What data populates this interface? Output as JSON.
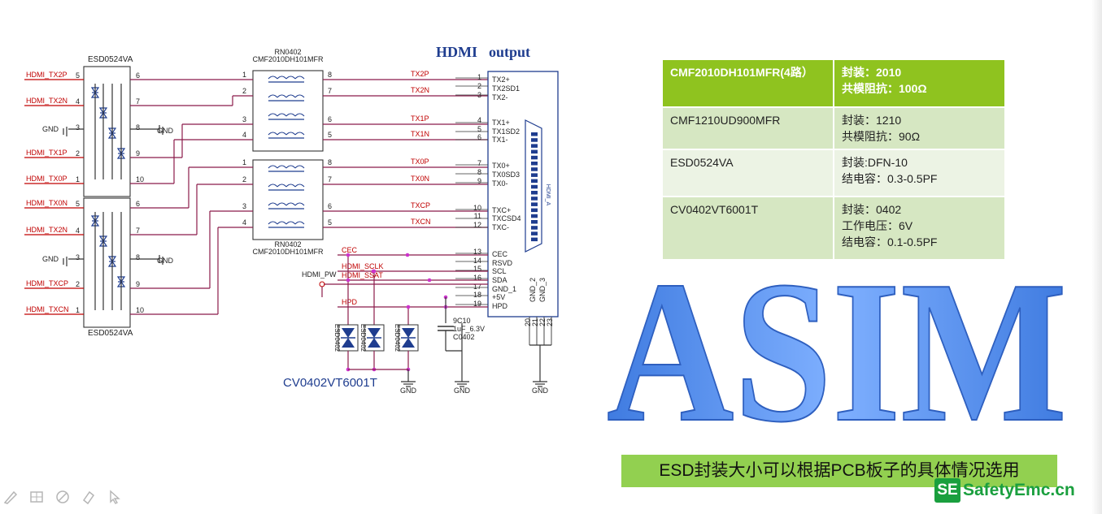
{
  "schematic": {
    "title_hdmi": "HDMI",
    "title_output": "output",
    "esd_top_label": "ESD0524VA",
    "esd_bottom_label": "ESD0524VA",
    "rn_top_label_1": "RN0402",
    "rn_top_label_2": "CMF2010DH101MFR",
    "rn_bottom_label_1": "RN0402",
    "rn_bottom_label_2": "CMF2010DH101MFR",
    "left_nets_top": [
      "HDMI_TX2P",
      "HDMI_TX2N",
      "GND",
      "HDMI_TX1P",
      "HDMI_TX0P"
    ],
    "left_pins_top": [
      "5",
      "4",
      "3",
      "2",
      "1"
    ],
    "right_pins_top": [
      "6",
      "7",
      "8",
      "9",
      "10"
    ],
    "left_nets_bottom": [
      "HDMI_TX0N",
      "HDMI_TX2N",
      "GND",
      "HDMI_TXCP",
      "HDMI_TXCN"
    ],
    "left_pins_bottom": [
      "5",
      "4",
      "3",
      "2",
      "1"
    ],
    "right_pins_bottom": [
      "6",
      "7",
      "8",
      "9",
      "10"
    ],
    "gnd_label": "GND",
    "rn_in_pins": [
      "1",
      "2",
      "3",
      "4"
    ],
    "rn_out_pins": [
      "8",
      "7",
      "6",
      "5"
    ],
    "diff_nets": [
      "TX2P",
      "TX2N",
      "TX1P",
      "TX1N",
      "TX0P",
      "TX0N",
      "TXCP",
      "TXCN"
    ],
    "conn_pin_numbers": [
      "1",
      "2",
      "3",
      "4",
      "5",
      "6",
      "7",
      "8",
      "9",
      "10",
      "11",
      "12",
      "13",
      "14",
      "15",
      "16",
      "17",
      "18",
      "19"
    ],
    "conn_pin_names": [
      "TX2+",
      "TX2SD1",
      "TX2-",
      "TX1+",
      "TX1SD2",
      "TX1-",
      "TX0+",
      "TX0SD3",
      "TX0-",
      "TXC+",
      "TXCSD4",
      "TXC-",
      "CEC",
      "RSVD",
      "SCL",
      "SDA",
      "GND_1",
      "+5V",
      "HPD"
    ],
    "conn_gnd_names": [
      "GND_2",
      "GND_3"
    ],
    "conn_gnd_pins": [
      "20",
      "21",
      "22",
      "23"
    ],
    "ctrl_nets": [
      "CEC",
      "HDMI_SCLK",
      "HDMI_SSAT",
      "HPD"
    ],
    "hdmi_pwr_label": "HDMI_PW",
    "tvs_labels": [
      "ESD0402",
      "ESD0402",
      "ESD0402"
    ],
    "cap_labels": [
      "9C10",
      "1uF_6.3V",
      "C0402"
    ],
    "cv_label": "CV0402VT6001T",
    "gnd_bottom_labels": [
      "GND",
      "GND",
      "GND"
    ],
    "connector_art_text": "HDMI_A"
  },
  "spec_table": {
    "rows": [
      {
        "part": "CMF2010DH101MFR(4路）",
        "lines": [
          "封装：2010",
          "共模阻抗：100Ω"
        ]
      },
      {
        "part": "CMF1210UD900MFR",
        "lines": [
          "封装：1210",
          "共模阻抗：90Ω"
        ]
      },
      {
        "part": "ESD0524VA",
        "lines": [
          "封装:DFN-10",
          "结电容：0.3-0.5PF"
        ]
      },
      {
        "part": "CV0402VT6001T",
        "lines": [
          "封装：0402",
          "工作电压：6V",
          "结电容：0.1-0.5PF"
        ]
      }
    ]
  },
  "big_text": "ASIM",
  "note": "ESD封装大小可以根据PCB板子的具体情况选用",
  "logo": {
    "badge": "SE",
    "text": "SafetyEmc.cn"
  },
  "toolbar": {
    "icons": [
      "arrow-tool-icon",
      "pen-tool-icon",
      "grid-tool-icon",
      "eraser-tool-icon",
      "highlighter-tool-icon",
      "pointer-tool-icon"
    ]
  },
  "colors": {
    "net_red": "#c00000",
    "wire": "#8b1a4a",
    "node": "#cc33cc",
    "blue_part": "#1f3d8f",
    "big_text": "#5b8fe8",
    "green_header": "#8fc31f"
  }
}
